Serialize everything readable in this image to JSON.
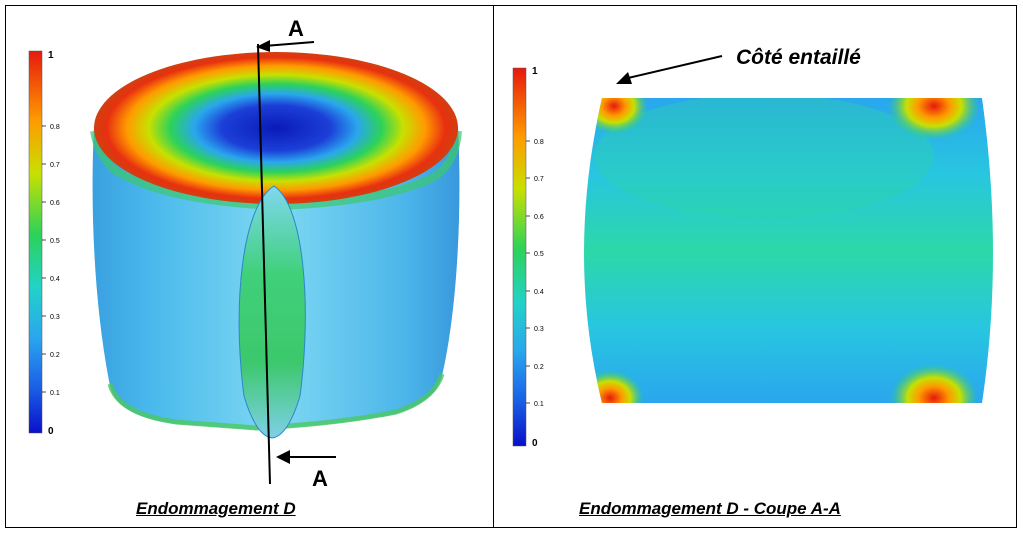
{
  "left_panel": {
    "caption": "Endommagement D",
    "section_label_top": "A",
    "section_label_bottom": "A",
    "colorbar": {
      "max_label": "1",
      "min_label": "0",
      "ticks": [
        "0.8",
        "0.7",
        "0.6",
        "0.5",
        "0.4",
        "0.3",
        "0.2",
        "0.1"
      ]
    }
  },
  "right_panel": {
    "caption": "Endommagement D - Coupe A-A",
    "annotation": "Côté entaillé",
    "colorbar": {
      "max_label": "1",
      "min_label": "0",
      "ticks": [
        "0.8",
        "0.7",
        "0.6",
        "0.5",
        "0.4",
        "0.3",
        "0.2",
        "0.1"
      ]
    }
  },
  "colors": {
    "d0": "#0a10c8",
    "d02": "#2aa6ee",
    "d035": "#22d2c8",
    "d05": "#2cd25a",
    "d07": "#c8e000",
    "d08": "#ff9a00",
    "d1": "#e6190e"
  }
}
